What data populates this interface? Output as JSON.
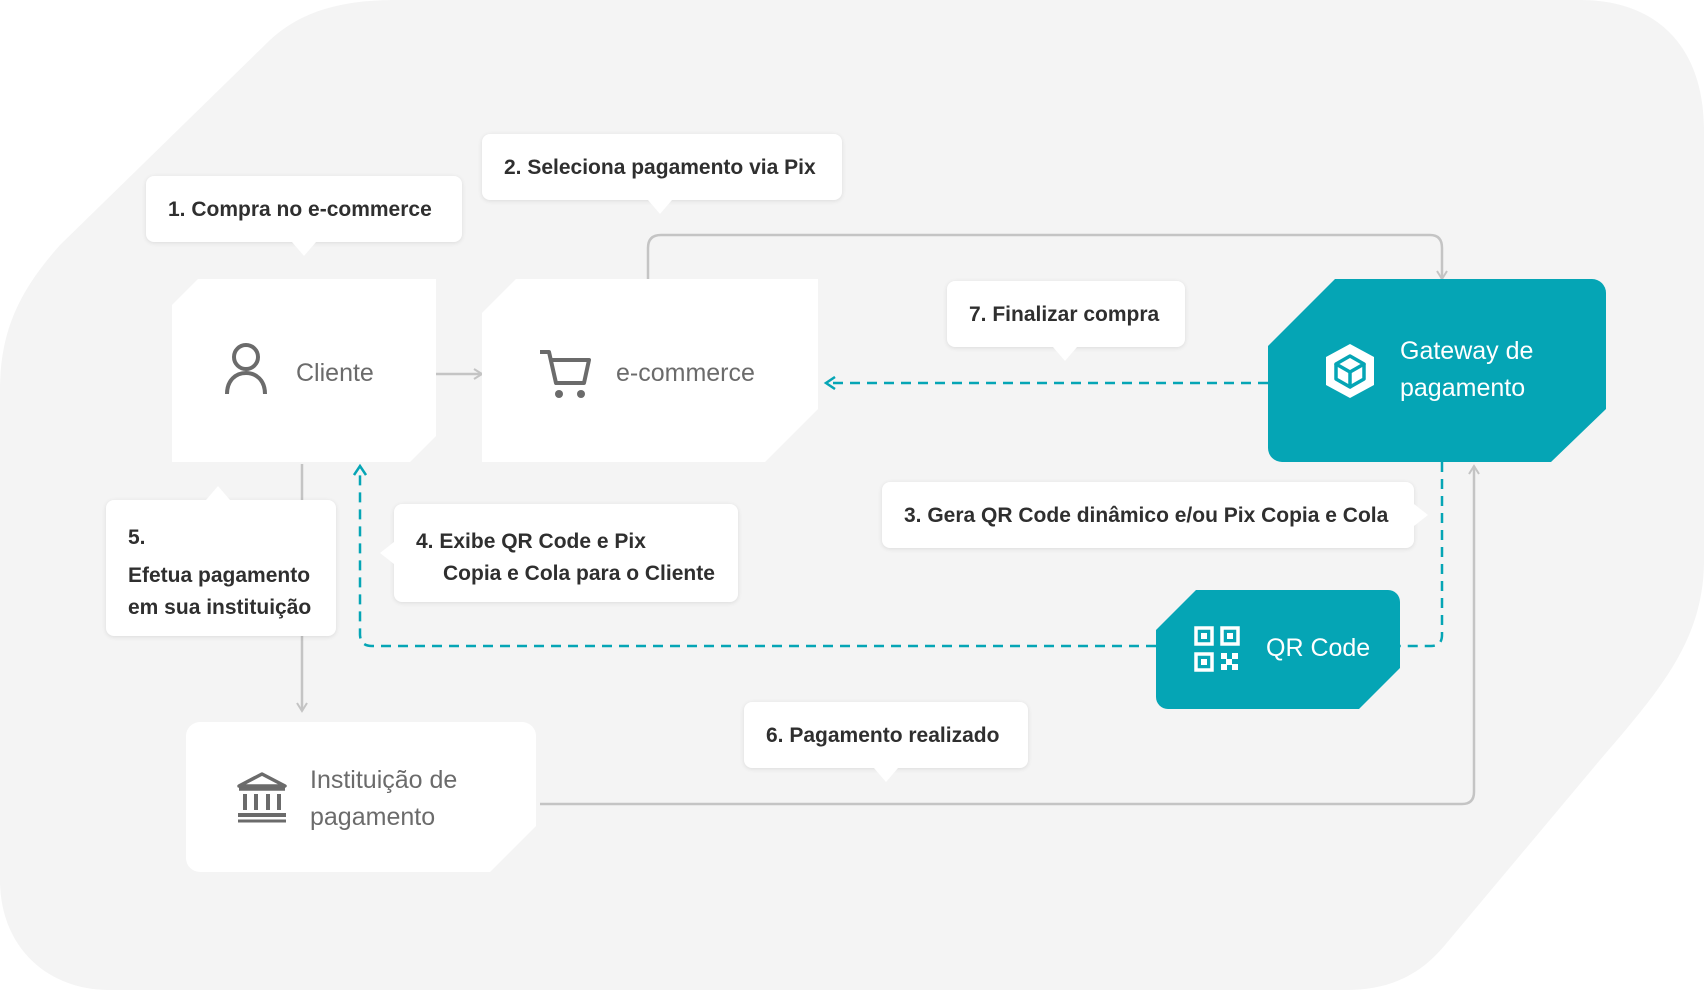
{
  "colors": {
    "accent": "#05a5b5",
    "background_shape": "#f4f4f4",
    "connector": "#c4c4c4",
    "node_text": "#6b6b6b",
    "bubble_text": "#2f2f2f"
  },
  "nodes": {
    "cliente": {
      "label": "Cliente",
      "icon": "person-icon"
    },
    "ecommerce": {
      "label": "e-commerce",
      "icon": "shopping-cart-icon"
    },
    "gateway": {
      "label_line1": "Gateway de",
      "label_line2": "pagamento",
      "icon": "cube-icon"
    },
    "qrcode": {
      "label": "QR Code",
      "icon": "qr-code-icon"
    },
    "instituicao": {
      "label_line1": "Instituição de",
      "label_line2": "pagamento",
      "icon": "bank-icon"
    }
  },
  "steps": {
    "step1": "1. Compra no e-commerce",
    "step2": "2. Seleciona pagamento via Pix",
    "step3": "3. Gera QR Code dinâmico e/ou Pix Copia e Cola",
    "step4_line1": "4. Exibe QR Code e Pix",
    "step4_line2": "Copia e Cola para o Cliente",
    "step5_number": "5.",
    "step5_line1": "Efetua pagamento",
    "step5_line2": "em sua instituição",
    "step6": "6. Pagamento realizado",
    "step7": "7. Finalizar compra"
  }
}
